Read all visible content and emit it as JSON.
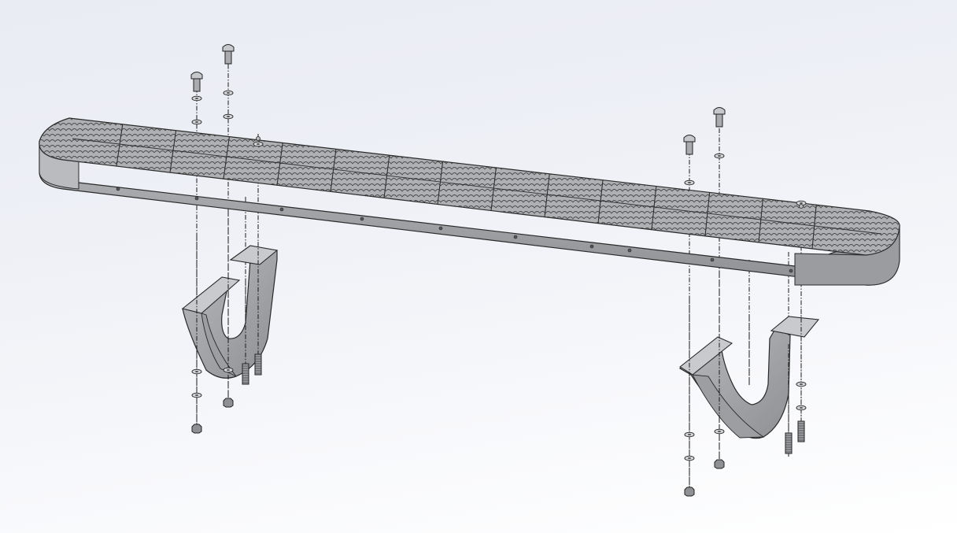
{
  "scene": {
    "background_top": "#e9ecf3",
    "background_bottom": "#ffffff",
    "part_fill": "#a4a6aa",
    "part_fill_light": "#c4c6ca",
    "part_fill_dark": "#8b8d91",
    "edge_color": "#2a2a2a",
    "axis_line_color": "#1a1a1a"
  },
  "parts": {
    "step_board": "running-board-step",
    "bracket_left": "mounting-bracket-left",
    "bracket_right": "mounting-bracket-right",
    "fastener_count": 8
  }
}
